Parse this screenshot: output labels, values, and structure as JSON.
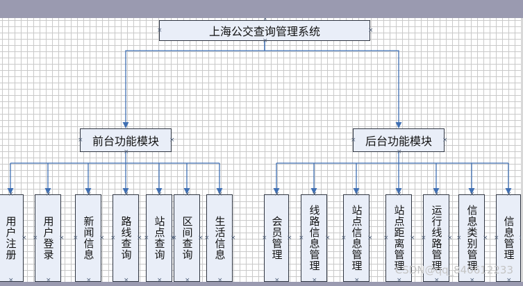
{
  "root": {
    "label": "上海公交查询管理系统"
  },
  "modules": [
    {
      "label": "前台功能模块",
      "children": [
        "用户注册",
        "用户登录",
        "新闻信息",
        "路线查询",
        "站点查询",
        "区间查询",
        "生活信息"
      ]
    },
    {
      "label": "后台功能模块",
      "children": [
        "会员管理",
        "线路信息管理",
        "站点信息管理",
        "站点距离管理",
        "运行线路管理",
        "信息类别管理",
        "信息管理"
      ]
    }
  ],
  "watermark": "CSDN@qq_840612233",
  "colors": {
    "connector": "#3f6fb3",
    "node_fill": "#e9eef8",
    "node_border": "#2e3440",
    "grid": "#c9c9c9"
  }
}
